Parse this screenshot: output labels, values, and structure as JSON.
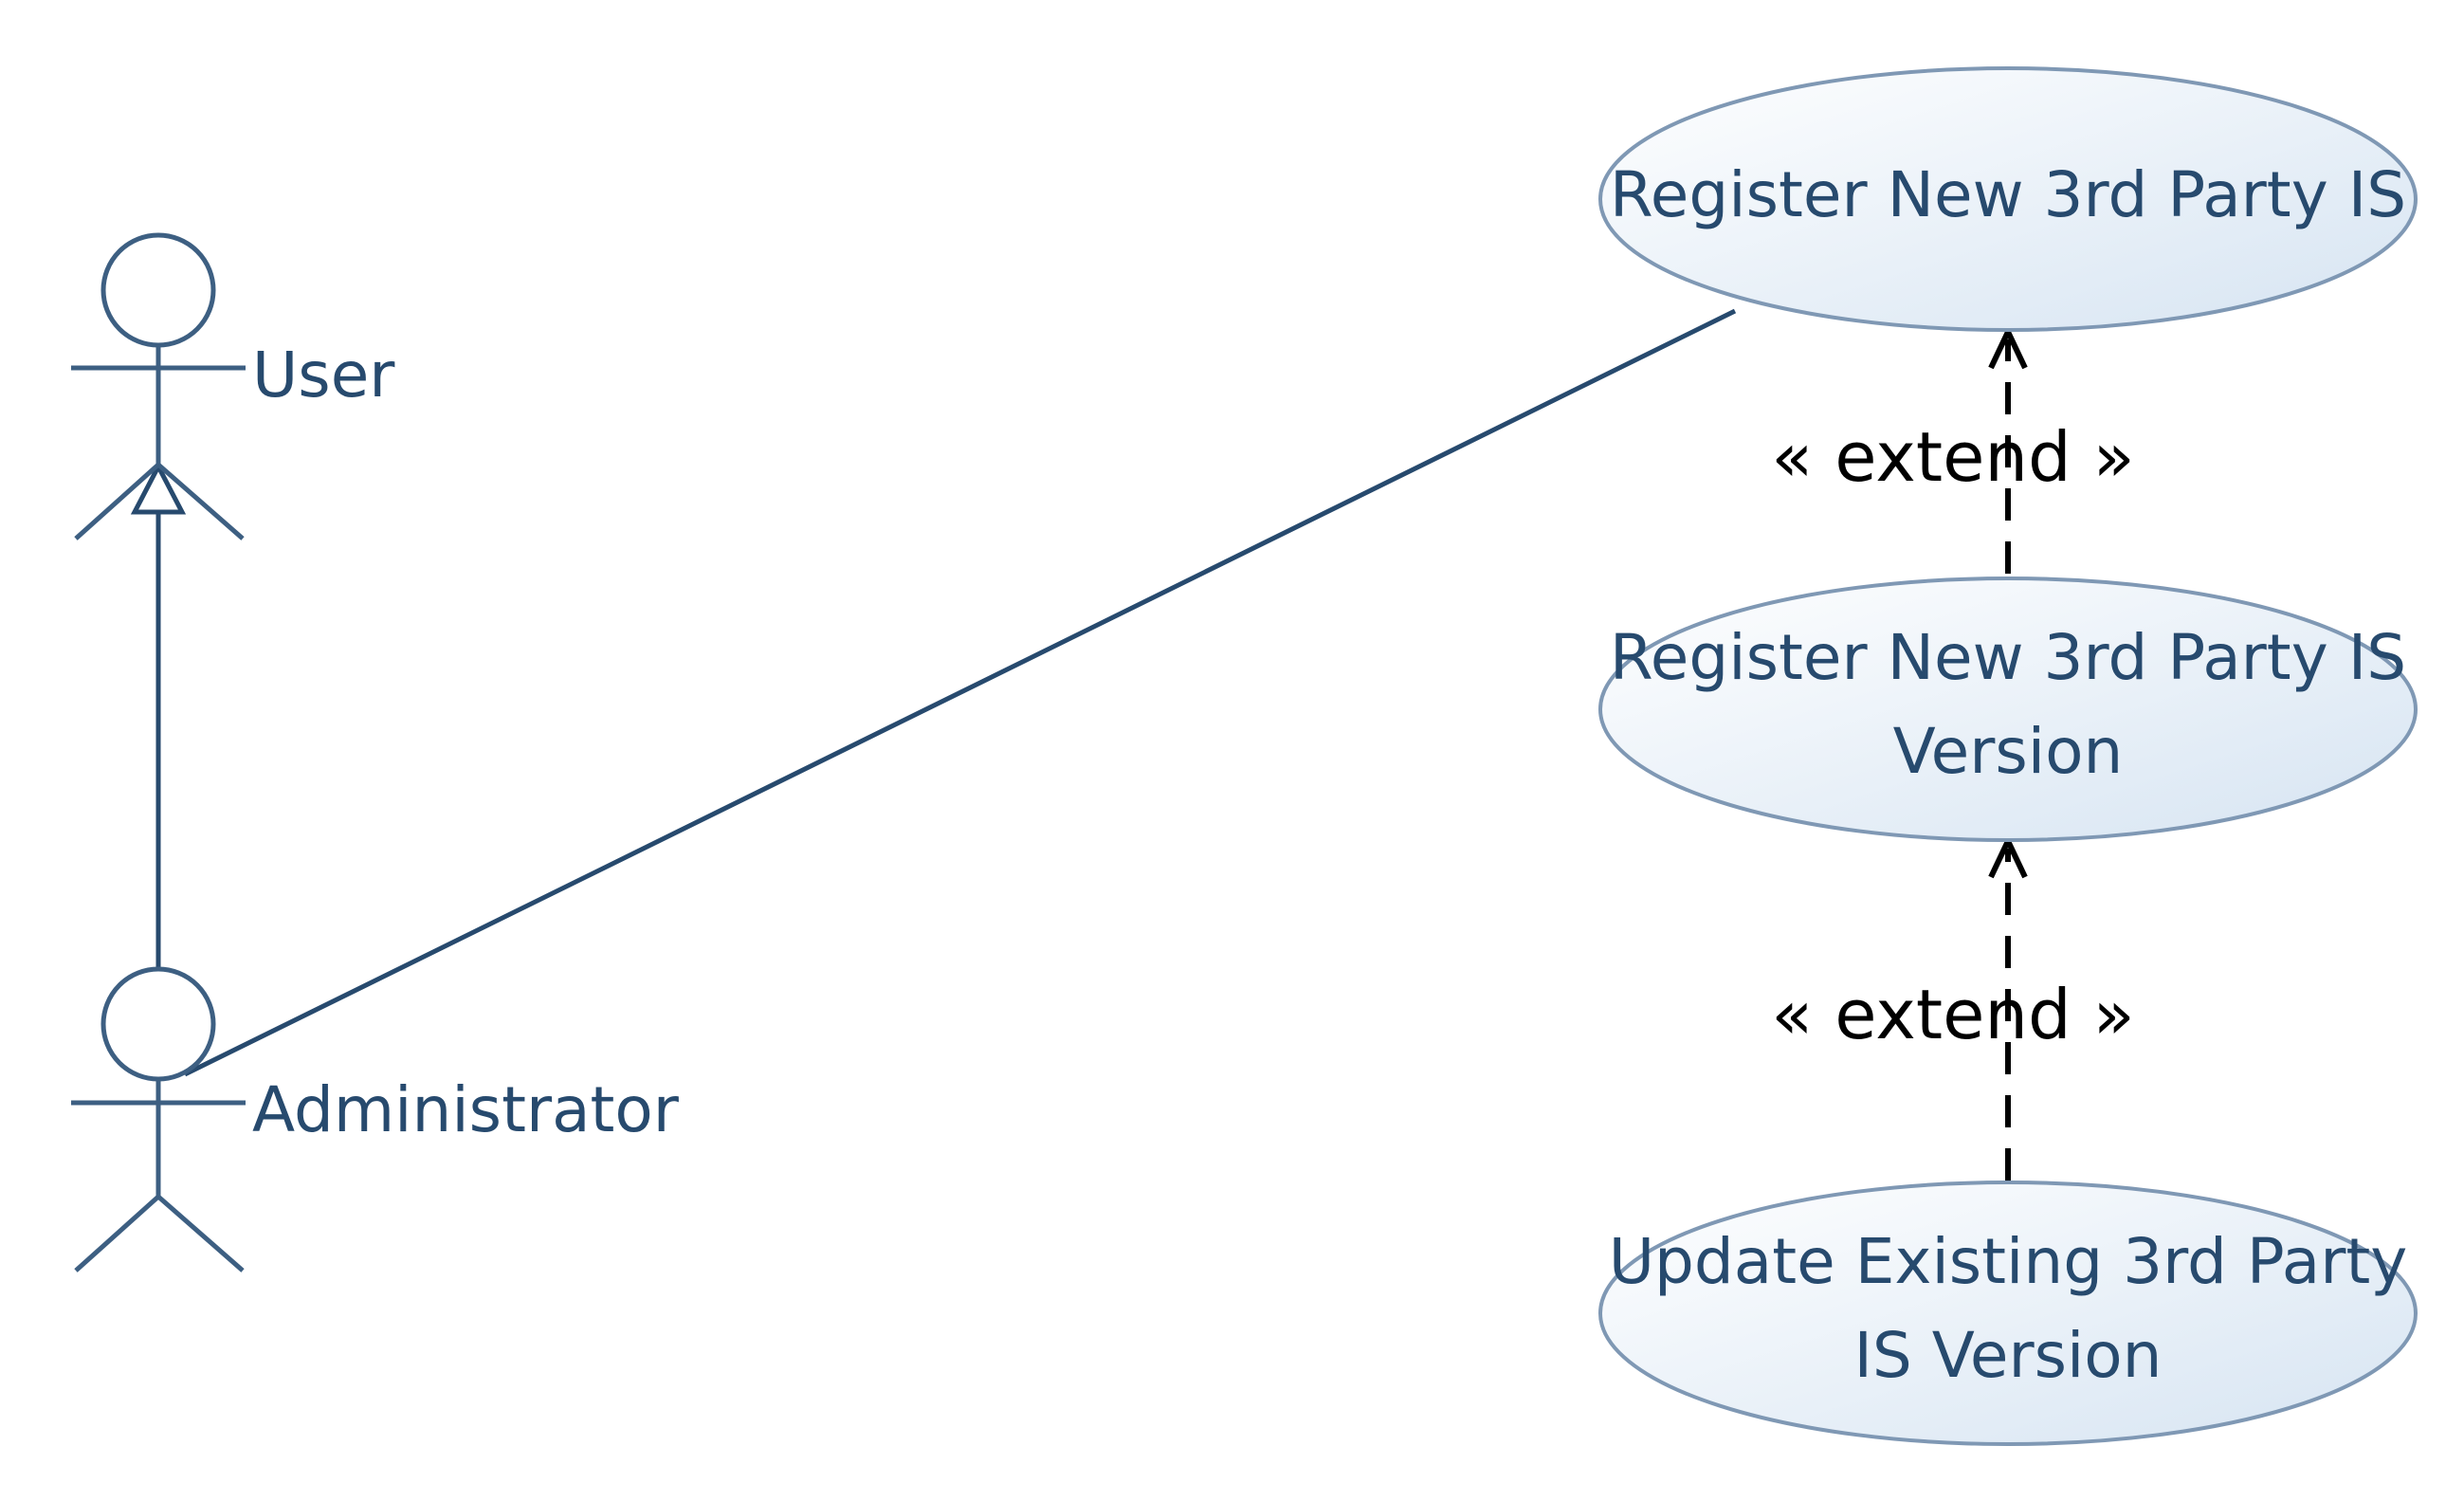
{
  "actors": [
    {
      "id": "user",
      "name": "User"
    },
    {
      "id": "admin",
      "name": "Administrator"
    }
  ],
  "use_cases": [
    {
      "id": "uc1",
      "lines": [
        "Register New 3rd Party IS"
      ]
    },
    {
      "id": "uc2",
      "lines": [
        "Register New 3rd Party IS",
        "Version"
      ]
    },
    {
      "id": "uc3",
      "lines": [
        "Update Existing 3rd Party",
        "IS Version"
      ]
    }
  ],
  "relations": [
    {
      "type": "generalization",
      "from": "Administrator",
      "to": "User"
    },
    {
      "type": "association",
      "from": "Administrator",
      "to": "Register New 3rd Party IS"
    },
    {
      "type": "extend",
      "label": "« extend »",
      "from": "Register New 3rd Party IS Version",
      "to": "Register New 3rd Party IS"
    },
    {
      "type": "extend",
      "label": "« extend »",
      "from": "Update Existing 3rd Party IS Version",
      "to": "Register New 3rd Party IS Version"
    }
  ],
  "colors": {
    "actor": "#3d5f82",
    "text": "#274a6e",
    "association": "#274a6e",
    "usecase_fill_top": "#ffffff",
    "usecase_fill_bottom": "#dbe7f3",
    "usecase_border": "#7f98b4",
    "extend": "#000000"
  }
}
